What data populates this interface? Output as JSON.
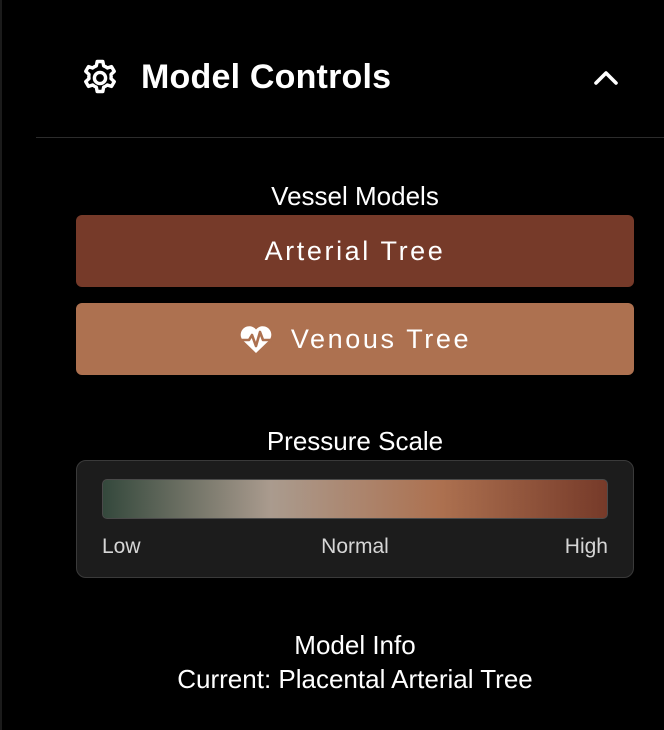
{
  "panel": {
    "title": "Model Controls",
    "icon": "gear-icon",
    "collapse_icon": "chevron-up-icon"
  },
  "vessel_models": {
    "title": "Vessel Models",
    "buttons": [
      {
        "label": "Arterial Tree",
        "color": "#763a29"
      },
      {
        "label": "Venous Tree",
        "icon": "heartbeat-icon",
        "color": "#ad7150"
      }
    ]
  },
  "pressure_scale": {
    "title": "Pressure Scale",
    "gradient_colors": [
      "#34483c",
      "#aa9b8e",
      "#ad7150",
      "#763a29"
    ],
    "labels": {
      "low": "Low",
      "normal": "Normal",
      "high": "High"
    }
  },
  "model_info": {
    "title": "Model Info",
    "current": "Current: Placental Arterial Tree"
  }
}
